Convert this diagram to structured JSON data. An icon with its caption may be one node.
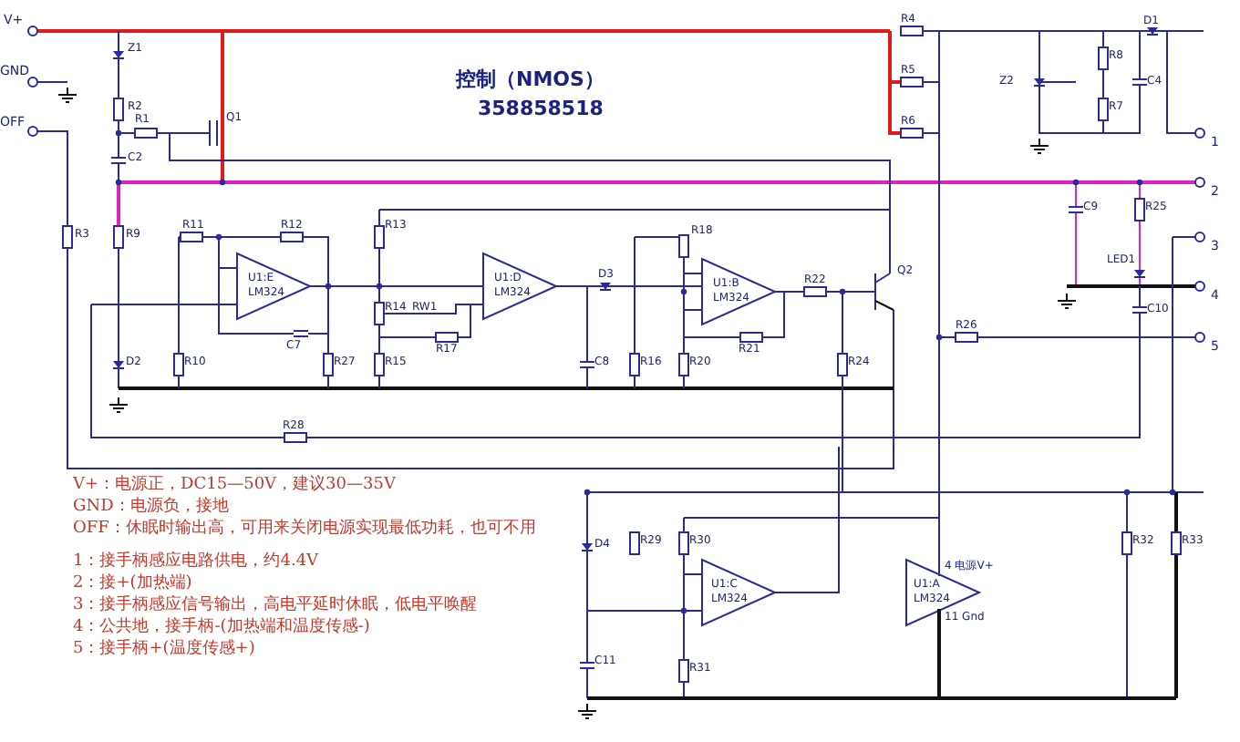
{
  "diagram": {
    "title": "控制（NMOS）",
    "labels": [
      "V+",
      "GND",
      "OFF",
      "358858518",
      "Z1",
      "R2",
      "R1",
      "Q1",
      "C2",
      "R3",
      "R9",
      "R11",
      "R12",
      "R13",
      "U1:E",
      "LM324",
      "U1:D",
      "LM324",
      "U1:B",
      "LM324",
      "R18",
      "D3",
      "R22",
      "Q2",
      "R14",
      "RW1",
      "C7",
      "R17",
      "R21",
      "D2",
      "R10",
      "R27",
      "R15",
      "C8",
      "R16",
      "R20",
      "R24",
      "R4",
      "R5",
      "R6",
      "Z2",
      "R8",
      "R7",
      "C4",
      "D1",
      "C9",
      "R25",
      "LED1",
      "C10",
      "R26",
      "R28",
      "D4",
      "R29",
      "R30",
      "U1:C",
      "LM324",
      "R31",
      "C11",
      "U1:A",
      "LM324",
      "4 电源V+",
      "11 Gnd",
      "R32",
      "R33",
      "1",
      "2",
      "3",
      "4",
      "5",
      "V+：电源正，DC15—50V，建议30—35V",
      "GND：电源负，接地",
      "OFF：休眠时输出高，可用来关闭电源实现最低功耗，也可不用",
      "1：接手柄感应电路供电，约4.4V",
      "2：接+(加热端)",
      "3：接手柄感应信号输出，高电平延时休眠，低电平唤醒",
      "4：公共地，接手柄-(加热端和温度传感-)",
      "5：接手柄+(温度传感+)"
    ]
  }
}
